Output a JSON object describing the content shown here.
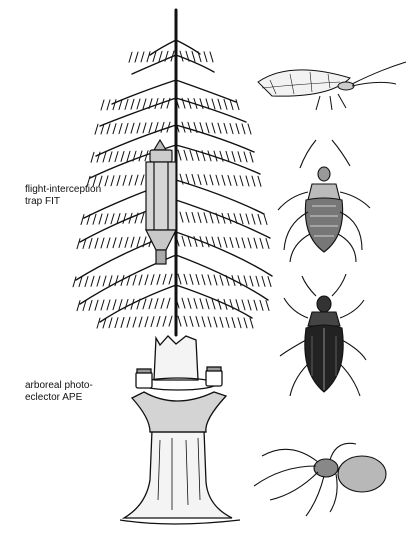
{
  "labels": {
    "fit": "flight-interception\ntrap FIT",
    "ape": "arboreal photo-\neclector APE"
  },
  "icons": [
    "spruce-tree-illustration",
    "flight-interception-trap-icon",
    "photo-eclector-icon",
    "lacewing-icon",
    "bug-icon",
    "beetle-icon",
    "spider-icon"
  ],
  "colors": {
    "ink": "#111111",
    "background": "#ffffff"
  }
}
